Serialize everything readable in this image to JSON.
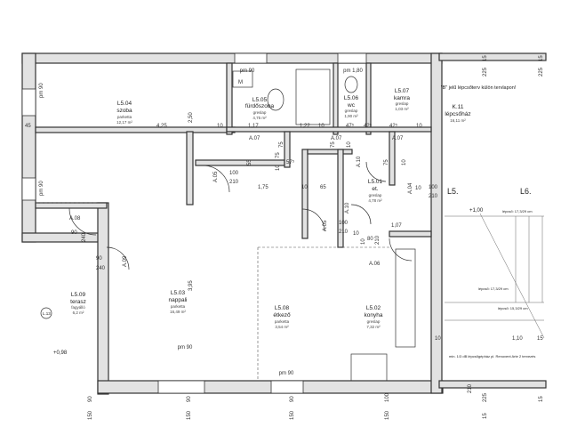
{
  "rooms": {
    "szoba": {
      "id": "L5.04",
      "name": "szoba",
      "floor": "parketta",
      "area": "12,17 m²"
    },
    "furdo": {
      "id": "L5.05",
      "name": "fürdőszoba",
      "floor": "greslap",
      "area": "4,75 m²"
    },
    "wc": {
      "id": "L5.06",
      "name": "wc",
      "floor": "greslap",
      "area": "1,90 m²"
    },
    "kamra": {
      "id": "L5.07",
      "name": "kamra",
      "floor": "greslap",
      "area": "1,03 m²"
    },
    "lepcsohaz": {
      "id": "K.11",
      "name": "lépcsőház",
      "area": "16,11 m²"
    },
    "eloter": {
      "id": "L5.01",
      "name": "et.",
      "floor": "greslap",
      "area": "4,78 m²"
    },
    "nappali": {
      "id": "L5.03",
      "name": "nappali",
      "floor": "parketta",
      "area": "16,49 m²"
    },
    "etkezo": {
      "id": "L5.08",
      "name": "étkező",
      "floor": "parketta",
      "area": "3,54 m²"
    },
    "konyha": {
      "id": "L5.02",
      "name": "konyha",
      "floor": "greslap",
      "area": "7,32 m²"
    },
    "terasz": {
      "id": "L5.09",
      "name": "terasz",
      "floor": "fagyálló",
      "area": "6,2 m²"
    }
  },
  "notes": {
    "stair_note": "\"B\" jelű lépcsőterv külön tervlapon!",
    "level": "+1,00",
    "terrace_level": "+0,98",
    "unit_l5": "L5.",
    "unit_l6": "L6.",
    "stair_small1": "lépcső: 17,3/29 cm",
    "stair_small2": "lépcső: 17,3/29 cm",
    "stair_small3": "lépcső: 15,3/29 cm",
    "bottom_note": "min. 1/3 dB lépcsőgépház pl. Renovent Arte 2 tervezés"
  },
  "labels": {
    "pm90_top": "pm 90",
    "pm180": "pm 1,80",
    "pm90_left": "pm 90",
    "pm90_left2": "pm 90",
    "pm90_bot1": "pm 90",
    "pm90_bot2": "pm 90",
    "m_box": "M",
    "l13": "L.13"
  },
  "doors": {
    "a05": "A.05",
    "a07a": "A.07",
    "a07b": "A.07",
    "a07c": "A.07",
    "a10a": "A.10",
    "a04": "A.04",
    "a10b": "A.10",
    "a08": "A.08",
    "a09": "A.09",
    "a05b": "A.05",
    "a06": "A.06"
  },
  "dims": {
    "d45": "45",
    "d425": "4,25",
    "d10a": "10",
    "d117": "1,17",
    "d122": "1,22",
    "d10b": "10",
    "d47": "47⁵",
    "d42a": "42⁵",
    "d42b": "42⁵",
    "d10c": "10",
    "d250": "2,50",
    "d75a": "75",
    "d75b": "75",
    "d10d": "10",
    "d55": "55",
    "d57": "57⁵",
    "d75c": "75",
    "d10e": "10",
    "d75d": "75",
    "d10f": "10",
    "d100a": "100",
    "d210a": "210",
    "d175": "1,75",
    "d10g": "10",
    "d65": "65",
    "d100b": "100",
    "d210b": "210",
    "d107": "1,07",
    "d395": "3,95",
    "d90a": "90",
    "d240a": "240",
    "d90b": "90",
    "d240b": "240",
    "d10h": "10",
    "d10i": "10",
    "d80": "80",
    "d210c": "210",
    "d10j": "10",
    "d100c": "100",
    "d210d": "210",
    "d10k": "10",
    "d110": "1,10",
    "d15a": "15",
    "d225a": "225",
    "d15b": "15",
    "d225b": "225",
    "d15c": "15",
    "d90c": "90",
    "d150a": "150",
    "d90d": "90",
    "d150b": "150",
    "d90e": "90",
    "d150c": "150",
    "d100d": "100",
    "d150d": "150",
    "d210e": "210",
    "d15d": "15",
    "d225c": "225",
    "d15e": "15"
  }
}
